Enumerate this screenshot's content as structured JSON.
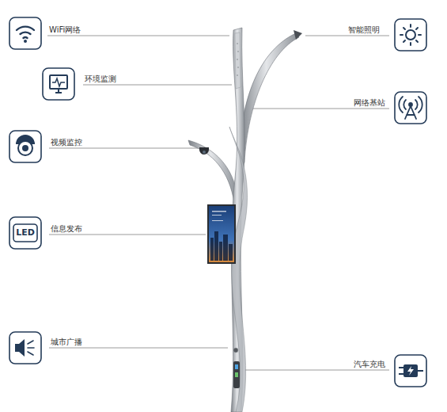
{
  "diagram": {
    "labels": [
      "WiFi网络",
      "智能照明",
      "环境监测",
      "网络基站",
      "视频监控",
      "LED",
      "信息发布",
      "城市广播",
      "汽车充电"
    ]
  }
}
